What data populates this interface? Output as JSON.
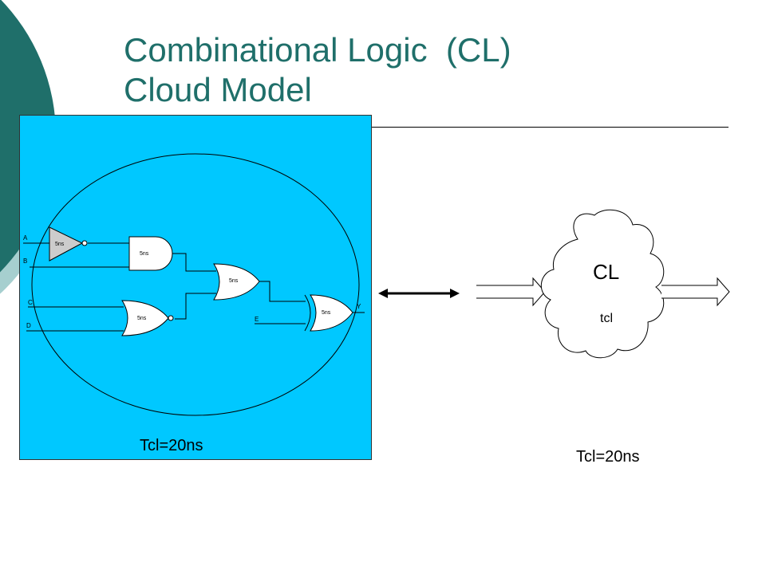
{
  "slide": {
    "title_lines": [
      "Combinational Logic  (CL)",
      "Cloud Model"
    ],
    "accent_color": "#1f6f6a"
  },
  "circuit": {
    "panel_color": "#00c8ff",
    "inputs": [
      "A",
      "B",
      "C",
      "D",
      "E"
    ],
    "output": "Y",
    "gates": [
      {
        "type": "NOT",
        "delay": "5ns"
      },
      {
        "type": "AND",
        "delay": "5ns"
      },
      {
        "type": "NOR",
        "delay": "5ns"
      },
      {
        "type": "OR",
        "delay": "5ns"
      },
      {
        "type": "XOR",
        "delay": "5ns"
      }
    ],
    "total": "Tcl=20ns"
  },
  "cloud_model": {
    "block_label": "CL",
    "delay_label": "tcl",
    "total": "Tcl=20ns"
  }
}
